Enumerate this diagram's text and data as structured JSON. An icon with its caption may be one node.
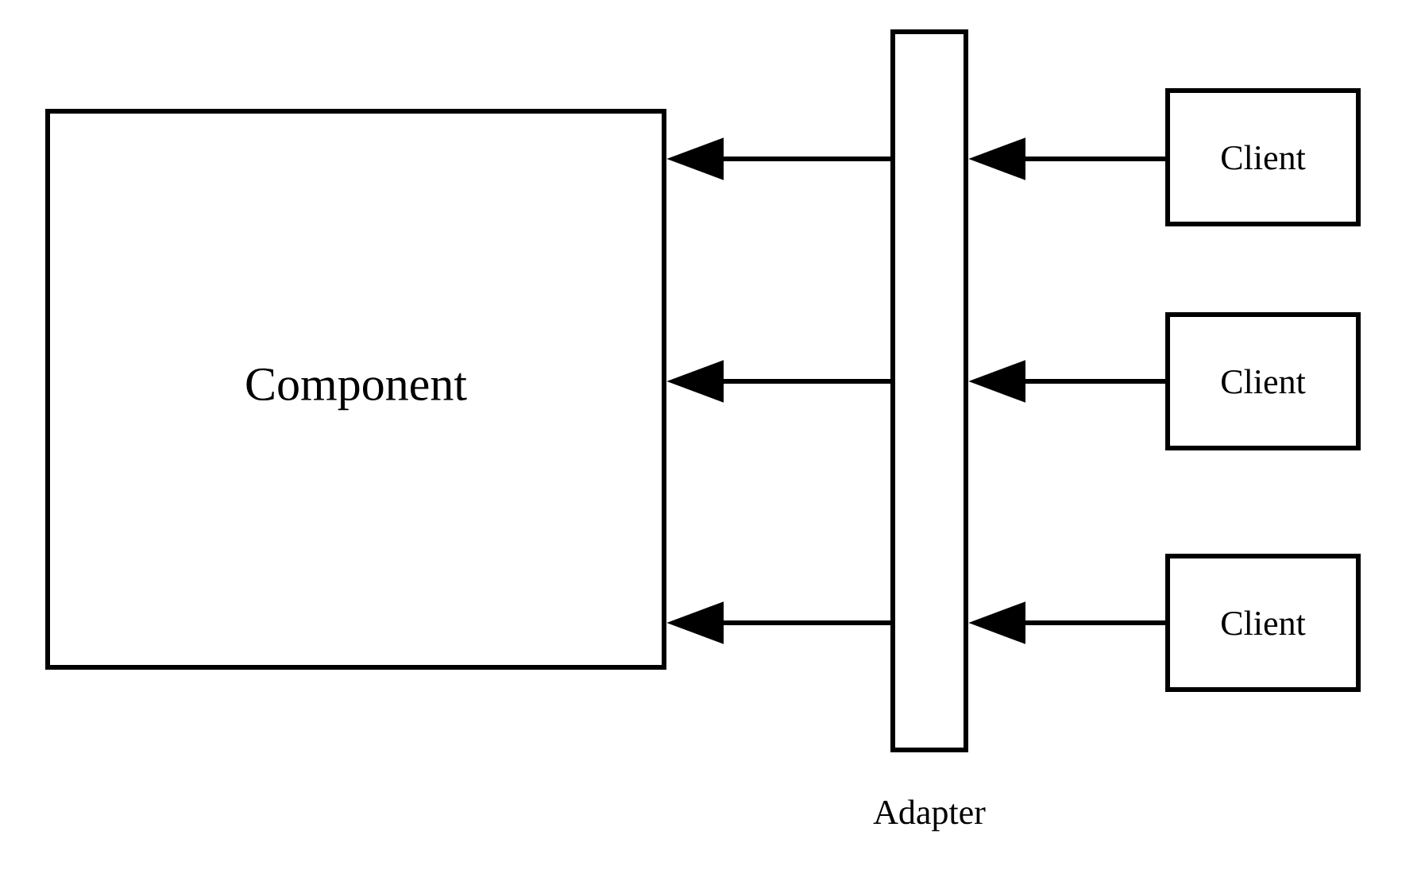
{
  "diagram": {
    "nodes": [
      {
        "text": [
          "Component"
        ]
      },
      {
        "text": [
          "Adapter"
        ]
      },
      {
        "text": [
          "Client"
        ]
      },
      {
        "text": [
          "Client"
        ]
      },
      {
        "text": [
          "Client"
        ]
      }
    ],
    "edges": [
      {
        "from": 2,
        "to": 1,
        "arrow": "to"
      },
      {
        "from": 1,
        "to": 0,
        "arrow": "to"
      },
      {
        "from": 3,
        "to": 1,
        "arrow": "to"
      },
      {
        "from": 1,
        "to": 0,
        "arrow": "to"
      },
      {
        "from": 4,
        "to": 1,
        "arrow": "to"
      },
      {
        "from": 1,
        "to": 0,
        "arrow": "to"
      }
    ]
  }
}
